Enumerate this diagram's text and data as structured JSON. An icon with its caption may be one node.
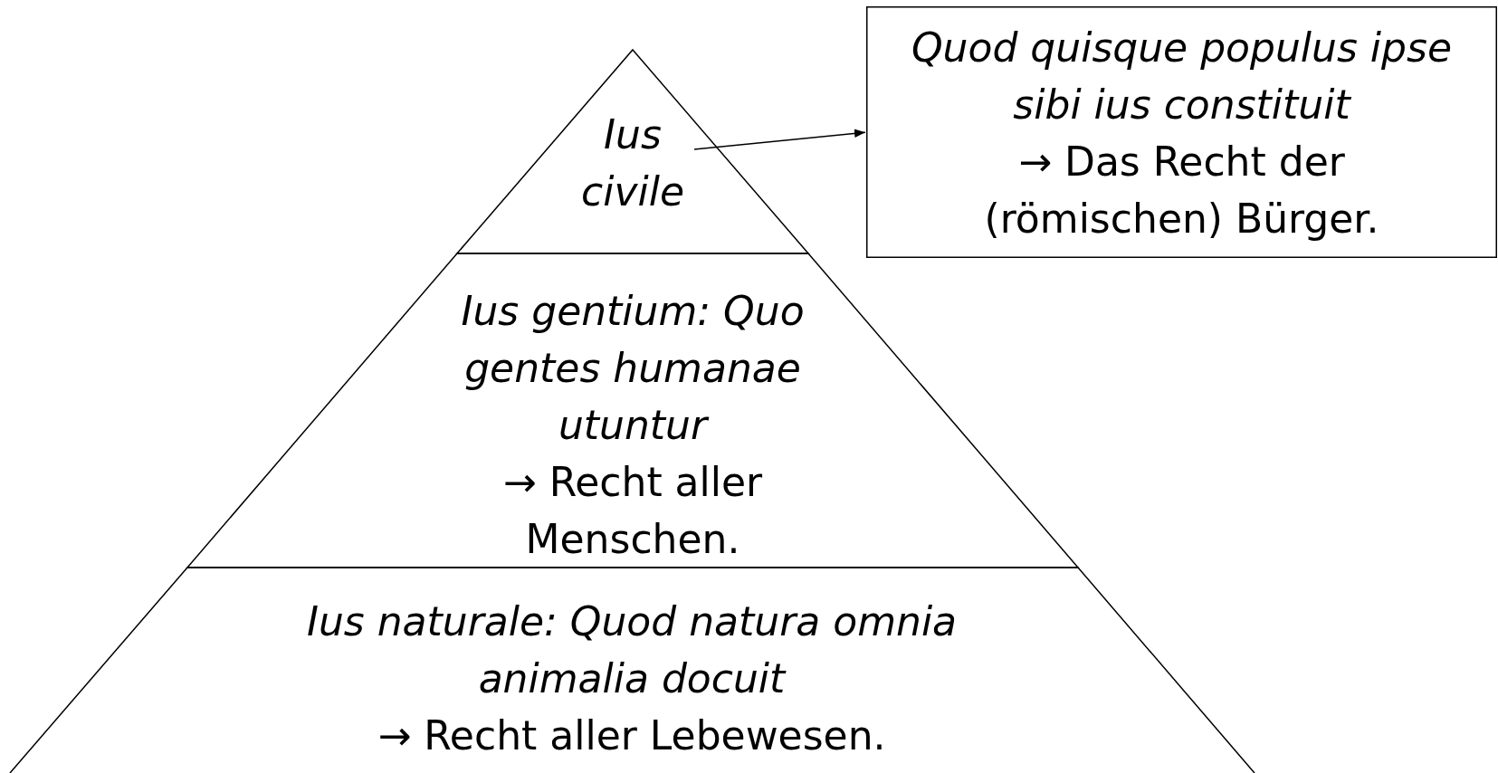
{
  "diagram": {
    "nodes": [
      {
        "text": [
          "Ius civile"
        ]
      },
      {
        "text": [
          "Ius gentium: Quo gentes humanae utuntur",
          "→ Recht aller Menschen."
        ]
      },
      {
        "text": [
          "Ius naturale: Quod natura omnia animalia docuit",
          "→ Recht aller Lebewesen."
        ]
      },
      {
        "text": [
          "Quod quisque populus ipse sibi ius constituit",
          "→ Das Recht der (römischen) Bürger."
        ]
      }
    ],
    "edges": [
      {
        "from": 0,
        "to": 3,
        "arrow": "to"
      }
    ]
  }
}
